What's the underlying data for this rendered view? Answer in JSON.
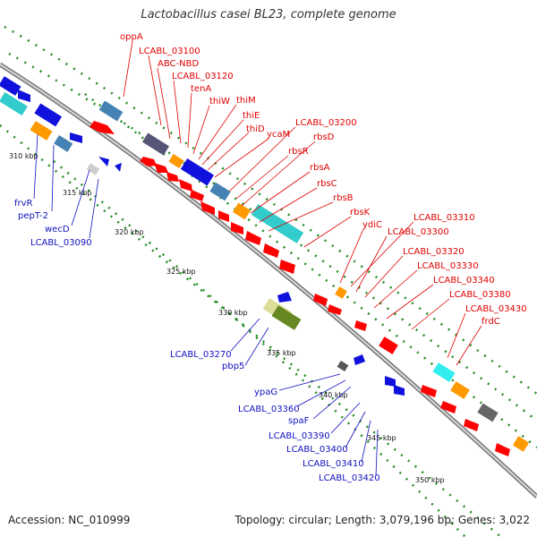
{
  "title": "Lactobacillus casei BL23, complete genome",
  "footer": {
    "accession": "Accession: NC_010999",
    "stats": "Topology: circular; Length: 3,079,196 bp; Genes: 3,022"
  },
  "ticks": [
    "310 kbp",
    "315 kbp",
    "320 kbp",
    "325 kbp",
    "330 kbp",
    "335 kbp",
    "340 kbp",
    "345 kbp",
    "350 kbp"
  ],
  "genes_outer": [
    "oppA",
    "LCABL_03100",
    "ABC-NBD",
    "LCABL_03120",
    "tenA",
    "thiW",
    "thiM",
    "thiE",
    "thiD",
    "ycaM",
    "LCABL_03200",
    "rbsR",
    "rbsD",
    "rbsA",
    "rbsC",
    "rbsB",
    "rbsK",
    "ydiC",
    "LCABL_03310",
    "LCABL_03300",
    "LCABL_03320",
    "LCABL_03330",
    "LCABL_03340",
    "LCABL_03380",
    "LCABL_03430",
    "frdC"
  ],
  "genes_inner": [
    "frvR",
    "pepT-2",
    "wecD",
    "LCABL_03090",
    "LCABL_03270",
    "pbp5",
    "ypaG",
    "LCABL_03360",
    "spaF",
    "LCABL_03390",
    "LCABL_03400",
    "LCABL_03410",
    "LCABL_03420"
  ],
  "colors": {
    "forward": "#ff0000",
    "reverse": "#0000ee",
    "backbone": "#999999",
    "cyan_feature": "#33cccc",
    "orange_feature": "#ff9900",
    "steelblue_feature": "#4682b4",
    "olive_feature": "#668822",
    "gc_dots": "#228b22"
  }
}
